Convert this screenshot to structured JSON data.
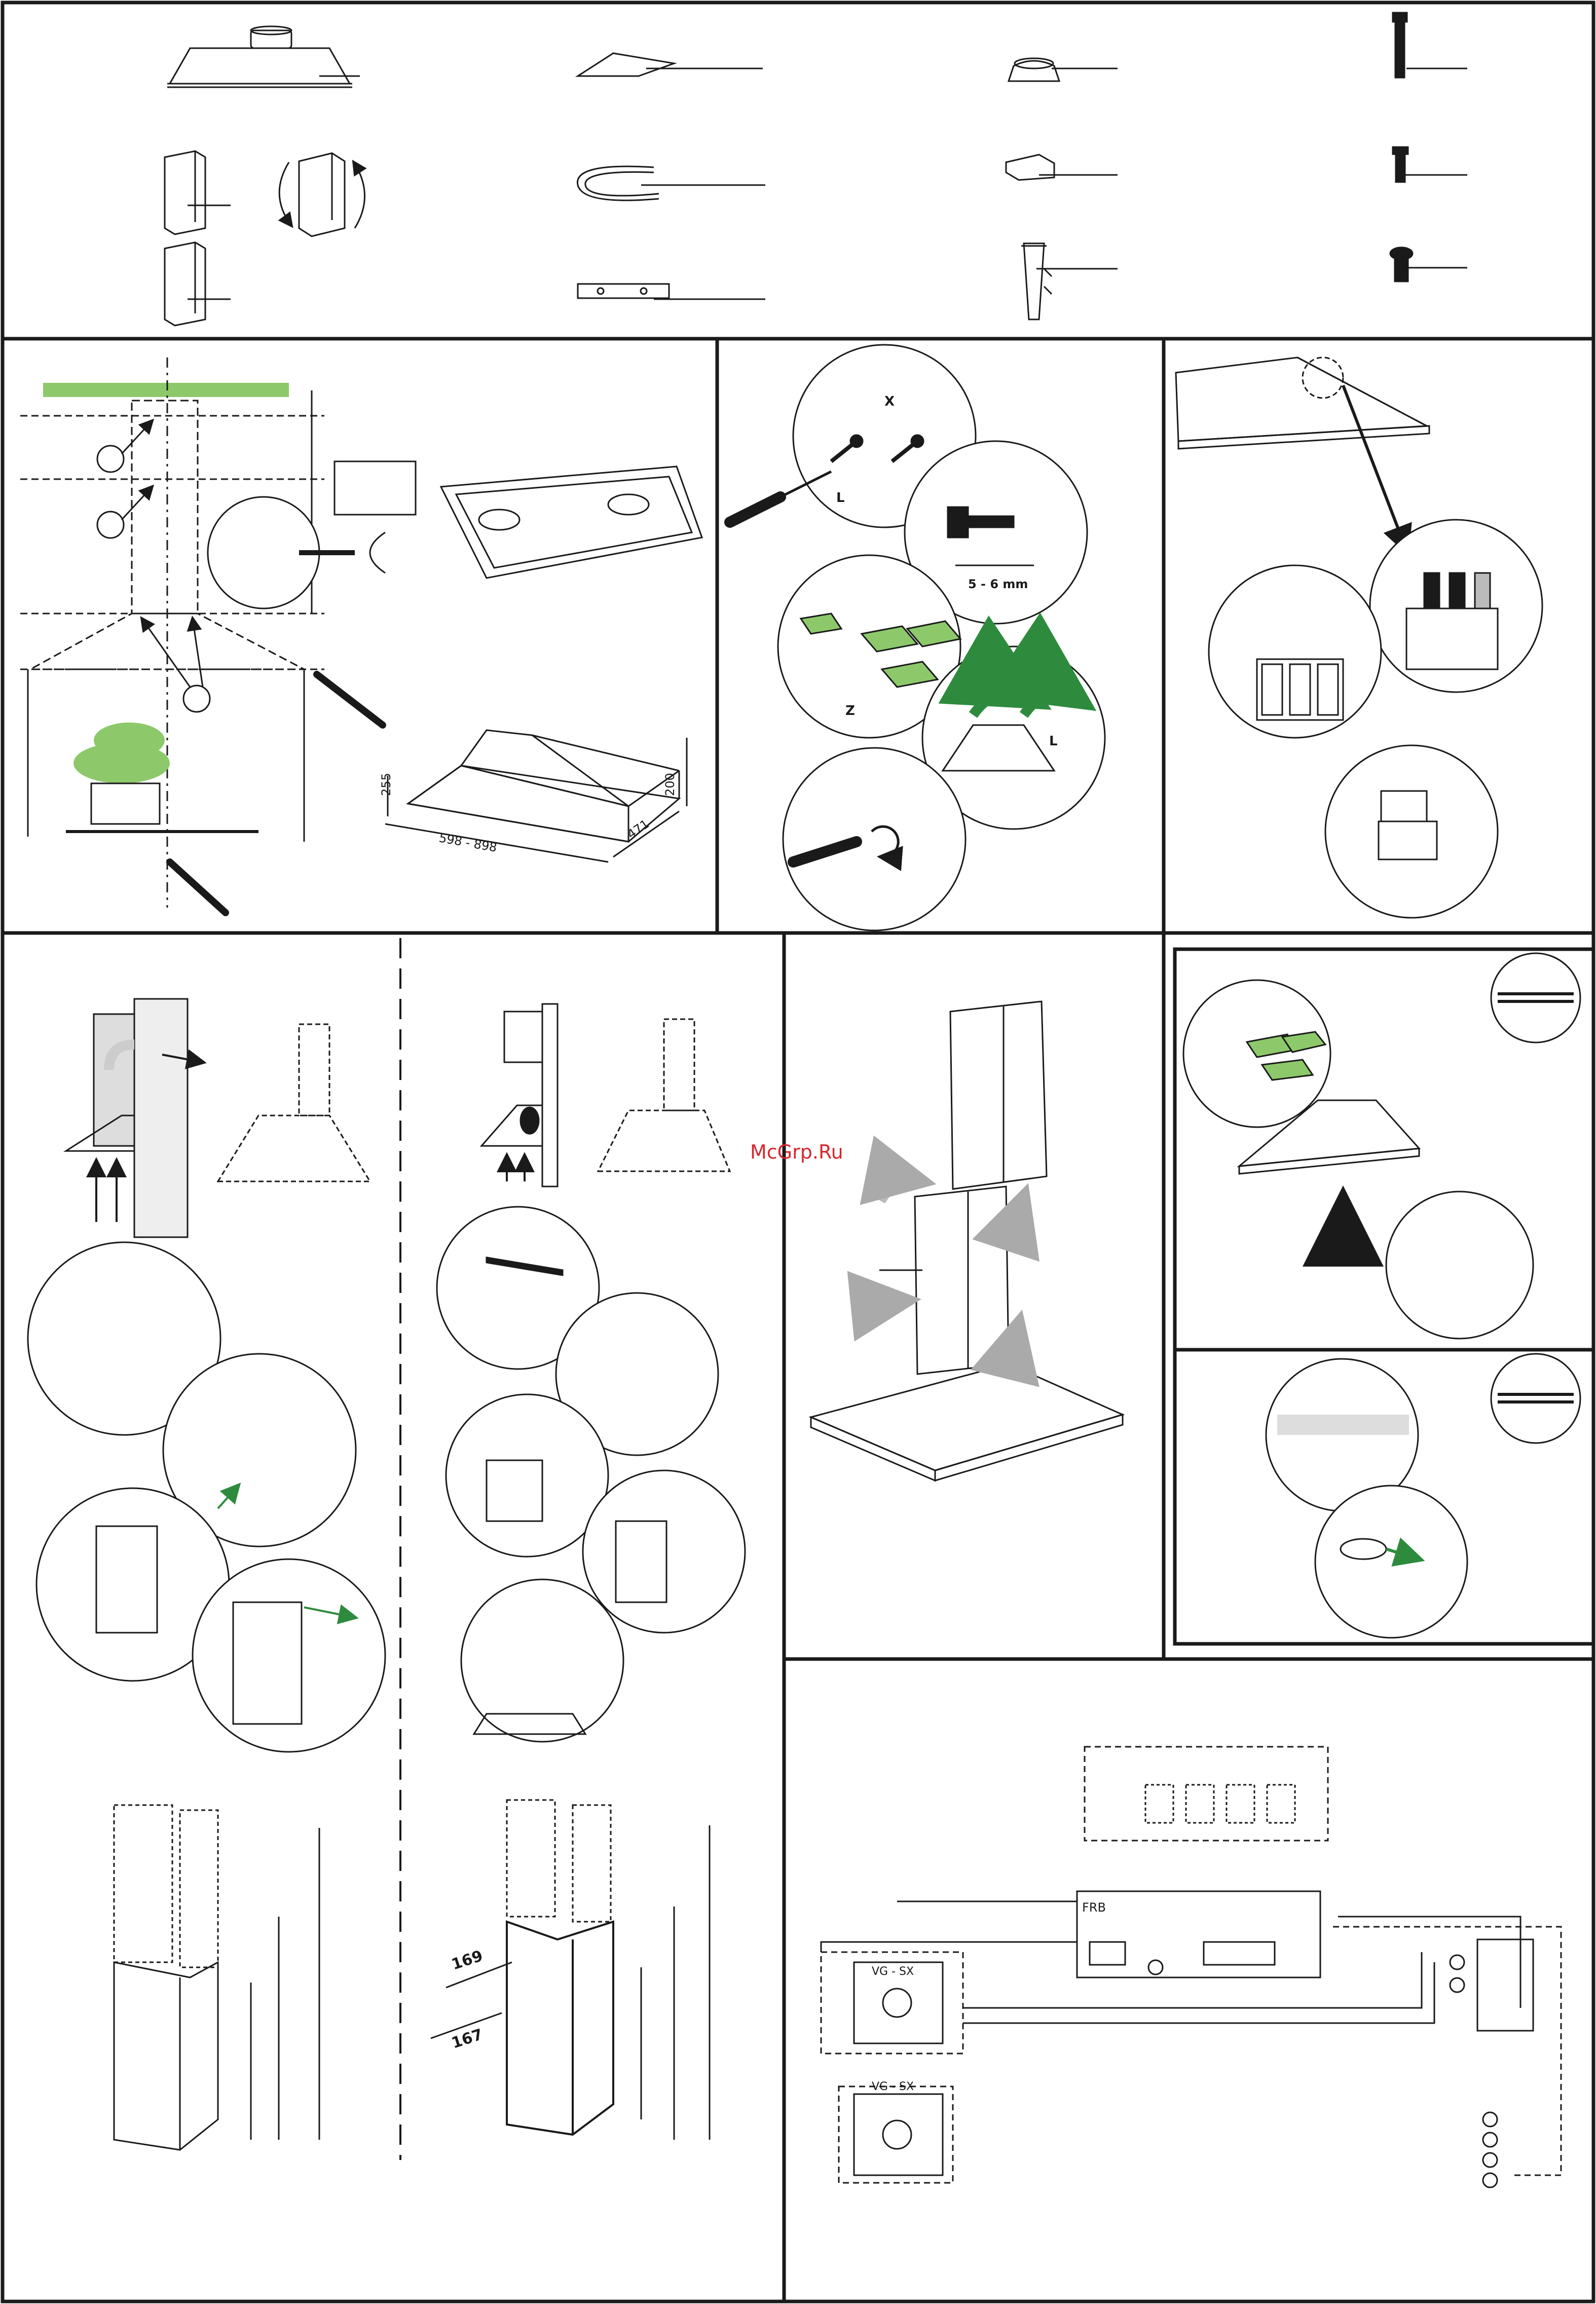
{
  "labels": {
    "x": "X",
    "l": "L",
    "z": "Z",
    "screw_depth": "5 - 6 mm",
    "width_range": "598 - 898",
    "depth": "471",
    "height": "200",
    "collar_height": "255",
    "duct_width_a": "169",
    "duct_width_b": "167",
    "watermark": "McGrp.Ru",
    "board": "FRB",
    "motor_a": "VG - SX",
    "motor_b": "VG - SX"
  },
  "colors": {
    "line": "#1a1a1a",
    "green": "#8dc96b",
    "dark_green": "#2e8b3e",
    "grey": "#c8c8c8",
    "watermark": "#d8262c"
  },
  "icons": [
    "wrench-icon",
    "wrench-icon",
    "screwdriver-icon",
    "pencil-icon"
  ]
}
